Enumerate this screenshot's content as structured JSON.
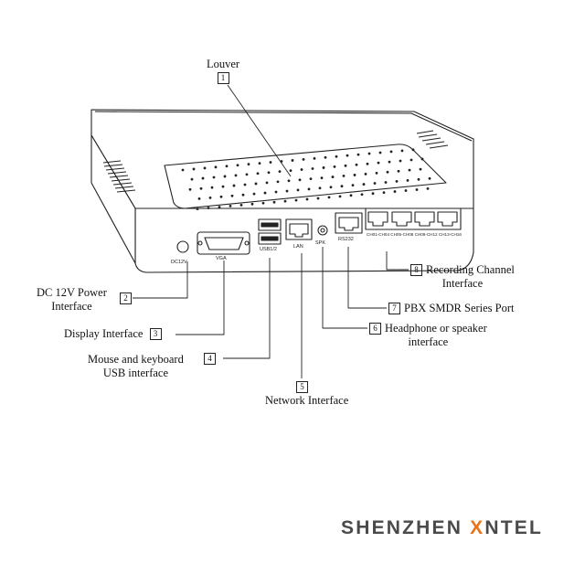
{
  "callouts": {
    "louver": {
      "num": "1",
      "label": "Louver"
    },
    "power": {
      "num": "2",
      "line1": "DC 12V Power",
      "line2": "Interface"
    },
    "display": {
      "num": "3",
      "label": "Display Interface"
    },
    "usb": {
      "num": "4",
      "line1": "Mouse and keyboard",
      "line2": "USB interface"
    },
    "network": {
      "num": "5",
      "label": "Network Interface"
    },
    "headphone": {
      "num": "6",
      "line1": "Headphone or speaker",
      "line2": "interface"
    },
    "pbx": {
      "num": "7",
      "label": "PBX SMDR Series Port"
    },
    "recording": {
      "num": "8",
      "line1": "Recording Channel",
      "line2": "Interface"
    }
  },
  "port_labels": {
    "dc": "DC12V",
    "vga": "VGA",
    "usb": "USB1/2",
    "lan": "LAN",
    "spk": "SPK",
    "rs232": "RS232",
    "channels": "CH01-CH04  CH05-CH08  CH09-CH12  CH13-CH16"
  },
  "brand": {
    "part1": "SHENZHEN ",
    "part2": "X",
    "part3": "NTEL"
  },
  "colors": {
    "line": "#222222",
    "brand_gray": "#4a4a4a",
    "brand_orange": "#e8731a"
  }
}
